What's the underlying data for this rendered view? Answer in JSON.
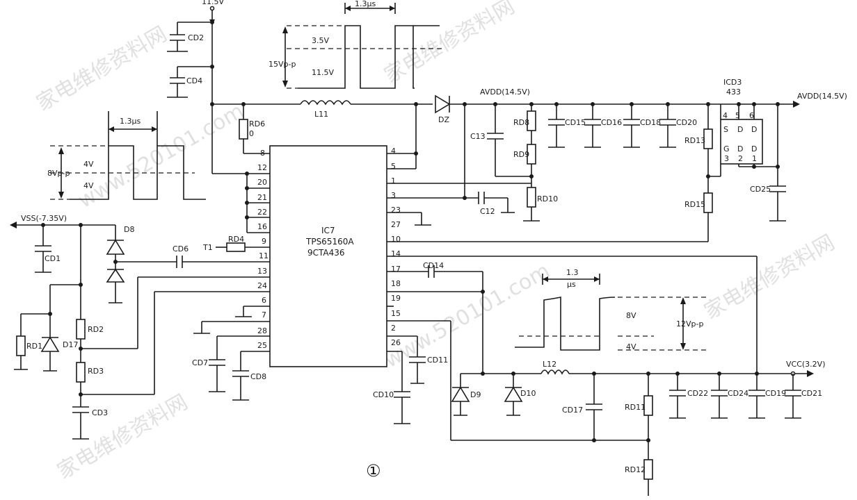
{
  "ic": {
    "ref": "IC7",
    "part": "TPS65160A",
    "code": "9CTA436",
    "left_pins": [
      "8",
      "12",
      "20",
      "21",
      "22",
      "16",
      "9",
      "11",
      "13",
      "24",
      "6",
      "7",
      "28",
      "25"
    ],
    "right_pins": [
      "4",
      "5",
      "1",
      "3",
      "23",
      "27",
      "10",
      "14",
      "17",
      "18",
      "19",
      "15",
      "2",
      "26"
    ]
  },
  "ic3": {
    "ref": "ICD3",
    "part": "433",
    "top_pins": [
      "4",
      "5",
      "6"
    ],
    "bottom_pins": [
      "3",
      "2",
      "1"
    ],
    "top_letters": [
      "S",
      "D",
      "D"
    ],
    "bottom_letters": [
      "G",
      "D",
      "D"
    ]
  },
  "rails": {
    "top": "11.5V",
    "avdd_mid": "AVDD(14.5V)",
    "avdd_out": "AVDD(14.5V)",
    "vss": "VSS(-7.35V)",
    "vcc": "VCC(3.2V)"
  },
  "components": {
    "capacitors": [
      "CD2",
      "CD4",
      "CD1",
      "CD6",
      "CD7",
      "CD8",
      "CD3",
      "C13",
      "C12",
      "CD14",
      "CD10",
      "CD11",
      "CD15",
      "CD16",
      "CD18",
      "CD20",
      "CD25",
      "CD17",
      "CD22",
      "CD24",
      "CD19",
      "CD21"
    ],
    "resistors": [
      "RD6",
      "RD4",
      "RD2",
      "RD3",
      "RD1",
      "RD8",
      "RD9",
      "RD10",
      "RD13",
      "RD15",
      "RD11",
      "RD12"
    ],
    "rd6_value": "0",
    "inductors": [
      "L11",
      "L12"
    ],
    "diodes": [
      "DZ",
      "D8",
      "D17",
      "D9",
      "D10"
    ],
    "t1": "T1"
  },
  "waveforms": {
    "w1": {
      "period": "1.3μs",
      "high": "3.5V",
      "low": "11.5V",
      "pp": "15Vp-p"
    },
    "w2": {
      "period": "1.3μs",
      "high": "4V",
      "low": "4V",
      "pp": "8Vp-p"
    },
    "w3": {
      "period_line1": "1.3",
      "period_line2": "μs",
      "high": "8V",
      "low": "4V",
      "pp": "12Vp-p"
    }
  },
  "figure_mark": "①",
  "watermark": {
    "cn": "家电维修资料网",
    "url": "www.520101.com"
  }
}
